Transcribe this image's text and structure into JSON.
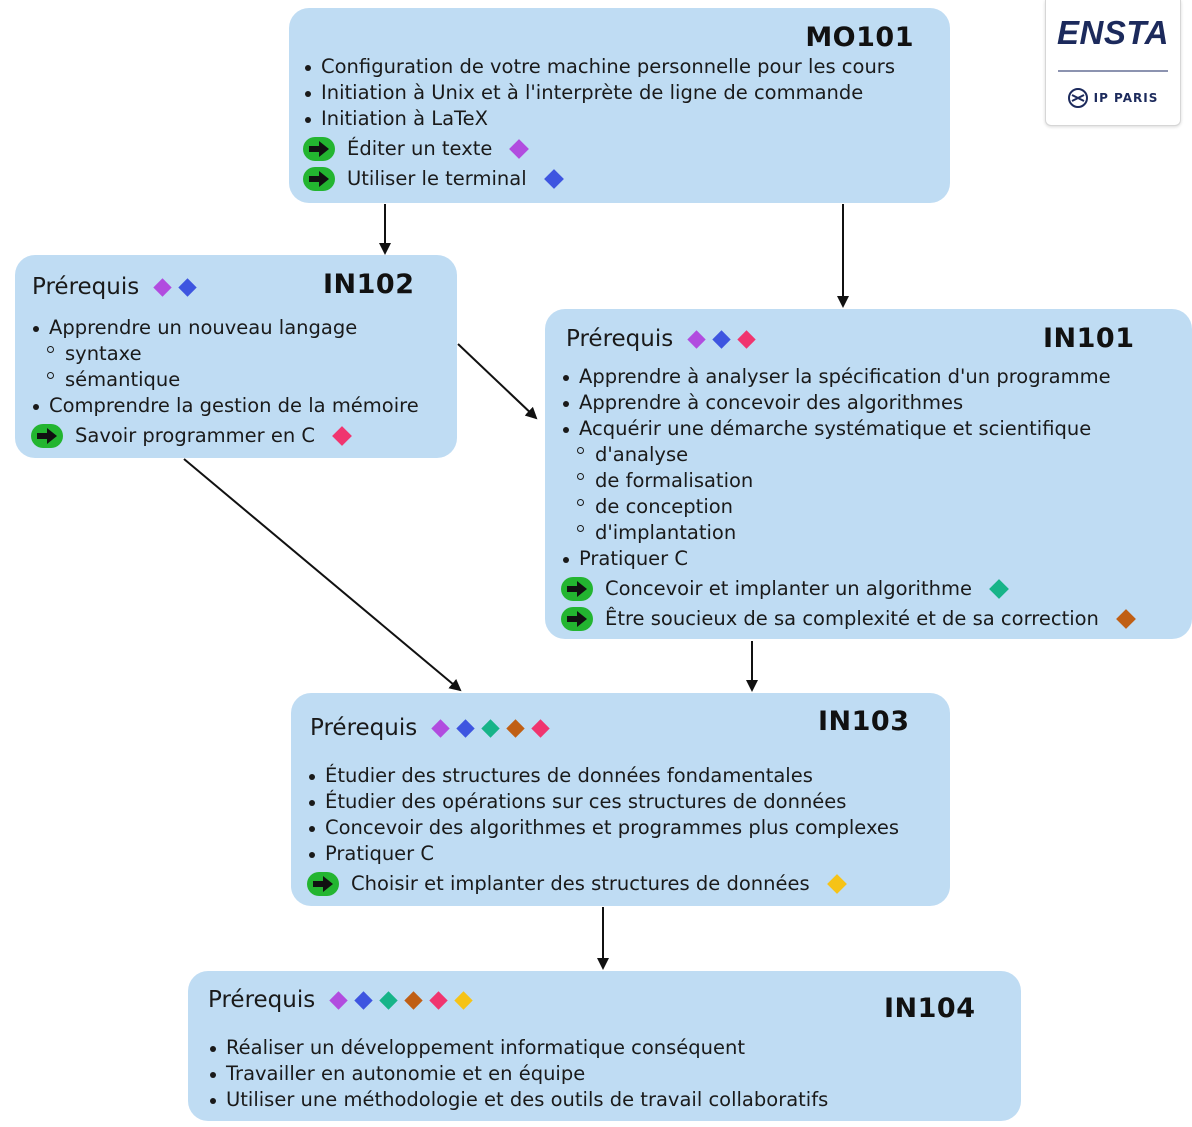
{
  "logo": {
    "title": "ENSTA",
    "subtitle": "IP PARIS"
  },
  "colors": {
    "box": "#bfdcf3",
    "purple": "#b14cdf",
    "blue": "#3e55e0",
    "green": "#17b488",
    "brown": "#c05f14",
    "pink": "#f0356f",
    "yellow": "#f6c317",
    "arrow_icon": "#23b530"
  },
  "prereq_label": "Prérequis",
  "courses": {
    "mo101": {
      "code": "MO101",
      "items": [
        "Configuration de votre machine personnelle pour les cours",
        "Initiation à Unix et à l'interprète de ligne de commande",
        "Initiation à LaTeX"
      ],
      "results": [
        {
          "text": "Éditer un texte",
          "color": "purple"
        },
        {
          "text": "Utiliser le terminal",
          "color": "blue"
        }
      ]
    },
    "in102": {
      "code": "IN102",
      "prereq_colors": [
        "purple",
        "blue"
      ],
      "items": [
        {
          "level": 1,
          "text": "Apprendre un nouveau langage"
        },
        {
          "level": 2,
          "text": "syntaxe"
        },
        {
          "level": 2,
          "text": "sémantique"
        },
        {
          "level": 1,
          "text": "Comprendre la gestion de la mémoire"
        }
      ],
      "results": [
        {
          "text": "Savoir programmer en C",
          "color": "pink"
        }
      ]
    },
    "in101": {
      "code": "IN101",
      "prereq_colors": [
        "purple",
        "blue",
        "pink"
      ],
      "items": [
        {
          "level": 1,
          "text": "Apprendre à analyser la spécification d'un programme"
        },
        {
          "level": 1,
          "text": "Apprendre à concevoir des algorithmes"
        },
        {
          "level": 1,
          "text": "Acquérir une démarche systématique et scientifique"
        },
        {
          "level": 2,
          "text": "d'analyse"
        },
        {
          "level": 2,
          "text": "de formalisation"
        },
        {
          "level": 2,
          "text": "de conception"
        },
        {
          "level": 2,
          "text": "d'implantation"
        },
        {
          "level": 1,
          "text": "Pratiquer C"
        }
      ],
      "results": [
        {
          "text": "Concevoir et implanter un algorithme",
          "color": "green"
        },
        {
          "text": "Être soucieux de sa complexité et de sa correction",
          "color": "brown"
        }
      ]
    },
    "in103": {
      "code": "IN103",
      "prereq_colors": [
        "purple",
        "blue",
        "green",
        "brown",
        "pink"
      ],
      "items": [
        {
          "level": 1,
          "text": "Étudier des structures de données fondamentales"
        },
        {
          "level": 1,
          "text": "Étudier des opérations sur ces structures de données"
        },
        {
          "level": 1,
          "text": "Concevoir des algorithmes et programmes plus complexes"
        },
        {
          "level": 1,
          "text": "Pratiquer C"
        }
      ],
      "results": [
        {
          "text": "Choisir et implanter des structures de données",
          "color": "yellow"
        }
      ]
    },
    "in104": {
      "code": "IN104",
      "prereq_colors": [
        "purple",
        "blue",
        "green",
        "brown",
        "pink",
        "yellow"
      ],
      "items": [
        {
          "level": 1,
          "text": "Réaliser un développement informatique conséquent"
        },
        {
          "level": 1,
          "text": "Travailler en autonomie et en équipe"
        },
        {
          "level": 1,
          "text": "Utiliser une méthodologie et des outils de travail collaboratifs"
        }
      ],
      "results": []
    }
  },
  "edges": [
    {
      "from": "MO101",
      "to": "IN102"
    },
    {
      "from": "MO101",
      "to": "IN101"
    },
    {
      "from": "IN102",
      "to": "IN101"
    },
    {
      "from": "IN102",
      "to": "IN103"
    },
    {
      "from": "IN101",
      "to": "IN103"
    },
    {
      "from": "IN103",
      "to": "IN104"
    }
  ]
}
